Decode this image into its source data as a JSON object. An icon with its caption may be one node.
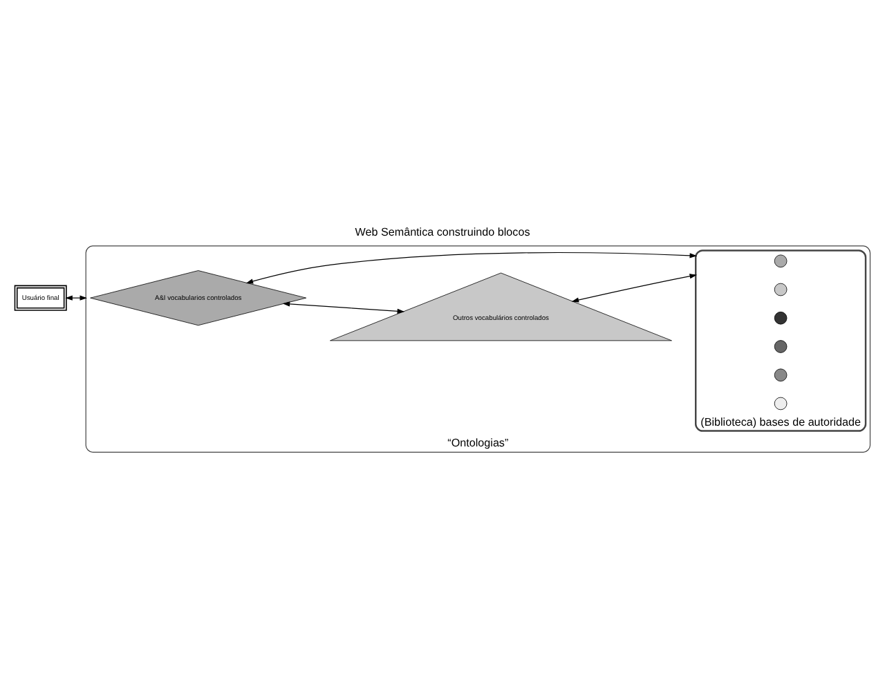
{
  "diagram": {
    "title": "Web Semântica construindo blocos",
    "nodes": [
      {
        "text": [
          "“Ontologias”"
        ]
      },
      {
        "text": [
          "A&I vocabularios controlados"
        ],
        "in": 0
      },
      {
        "text": [
          "Outros vocabulários controlados"
        ],
        "in": 0
      },
      {
        "text": [
          "(Biblioteca) bases de autoridade"
        ],
        "in": 0
      },
      {
        "text": [],
        "shape": "circle",
        "in": 3
      },
      {
        "text": [],
        "shape": "circle",
        "in": 3
      },
      {
        "text": [],
        "shape": "circle",
        "in": 3
      },
      {
        "text": [],
        "shape": "circle",
        "in": 3
      },
      {
        "text": [],
        "shape": "circle",
        "in": 3
      },
      {
        "text": [],
        "shape": "circle",
        "in": 3
      },
      {
        "text": [
          "Usuário final"
        ]
      }
    ],
    "edges": [
      {
        "from": 1,
        "to": 2,
        "arrow": "both"
      },
      {
        "from": 2,
        "to": 3,
        "arrow": "both"
      },
      {
        "from": 1,
        "to": 3,
        "arrow": "both"
      },
      {
        "from": 10,
        "to": 0,
        "arrow": "both"
      }
    ]
  }
}
